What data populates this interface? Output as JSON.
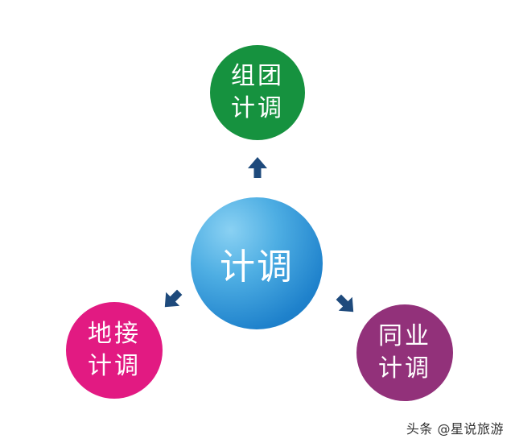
{
  "nodes": {
    "top": {
      "line1": "组团",
      "line2": "计调",
      "color": "#16923f"
    },
    "center": {
      "label": "计调",
      "color": "#1f82cc"
    },
    "left": {
      "line1": "地接",
      "line2": "计调",
      "color": "#e21a82"
    },
    "right": {
      "line1": "同业",
      "line2": "计调",
      "color": "#92317a"
    }
  },
  "arrows": {
    "color": "#1e4a7c",
    "icon": "arrow-icon"
  },
  "watermark": "头条 @星说旅游"
}
